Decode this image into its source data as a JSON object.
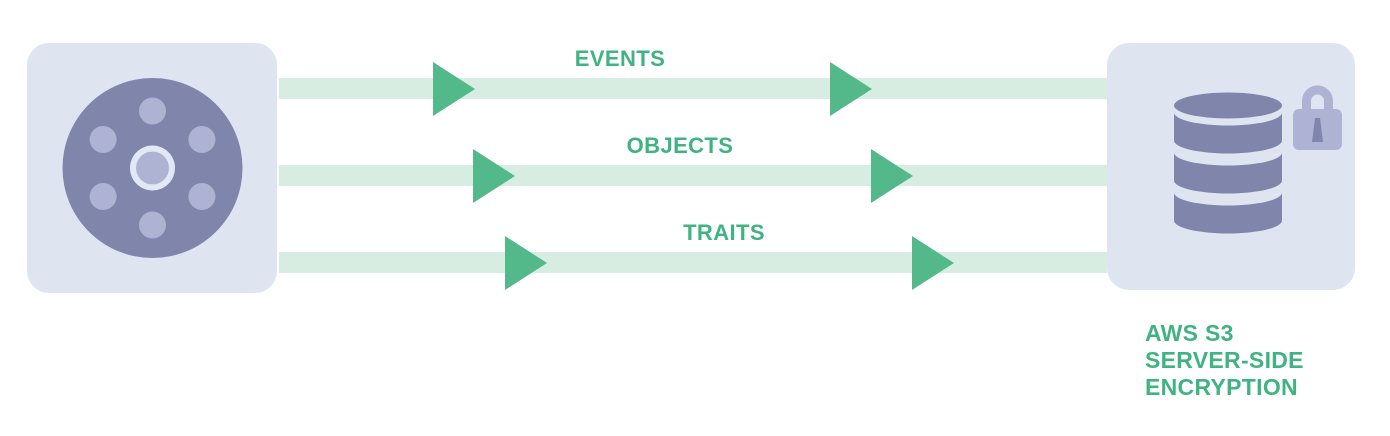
{
  "diagram": {
    "source_box": {
      "icon": "film-reel-icon"
    },
    "flows": [
      {
        "label": "EVENTS"
      },
      {
        "label": "OBJECTS"
      },
      {
        "label": "TRAITS"
      }
    ],
    "destination_box": {
      "icons": [
        "database-icon",
        "lock-icon"
      ],
      "caption_lines": [
        "AWS S3",
        "SERVER-SIDE",
        "ENCRYPTION"
      ]
    }
  },
  "colors": {
    "background": "#ffffff",
    "box_bg": "#dee5f0",
    "icon_purple": "#8086ab",
    "icon_light_purple": "#aeb3d4",
    "icon_ring": "#e2e9f4",
    "flow_band": "#d8ede2",
    "arrow_green": "#53b98a",
    "label_green": "#3fb381"
  }
}
